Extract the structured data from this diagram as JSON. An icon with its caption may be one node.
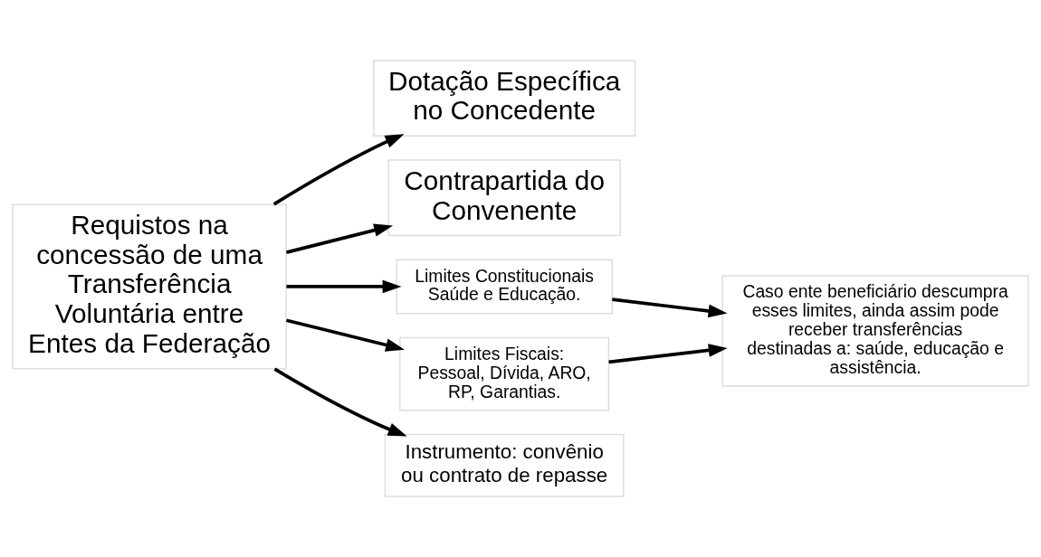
{
  "diagram": {
    "nodes": [
      {
        "text": [
          "Requistos na concessão de uma Transferência Voluntária entre Entes da Federação"
        ]
      },
      {
        "text": [
          "Dotação Específica no Concedente"
        ]
      },
      {
        "text": [
          "Contrapartida do Convenente"
        ]
      },
      {
        "text": [
          "Limites Constitucionais Saúde e Educação."
        ]
      },
      {
        "text": [
          "Limites Fiscais: Pessoal, Dívida, ARO, RP, Garantias."
        ]
      },
      {
        "text": [
          "Instrumento: convênio ou contrato de repasse"
        ]
      },
      {
        "text": [
          "Caso ente beneficiário descumpra esses limites, ainda assim pode receber transferências destinadas a: saúde, educação e assistência."
        ]
      }
    ],
    "edges": [
      {
        "from": 0,
        "to": 1,
        "arrow": "to"
      },
      {
        "from": 0,
        "to": 2,
        "arrow": "to"
      },
      {
        "from": 0,
        "to": 3,
        "arrow": "to"
      },
      {
        "from": 0,
        "to": 4,
        "arrow": "to"
      },
      {
        "from": 0,
        "to": 5,
        "arrow": "to"
      },
      {
        "from": 3,
        "to": 6,
        "arrow": "to"
      },
      {
        "from": 4,
        "to": 6,
        "arrow": "to"
      }
    ]
  }
}
